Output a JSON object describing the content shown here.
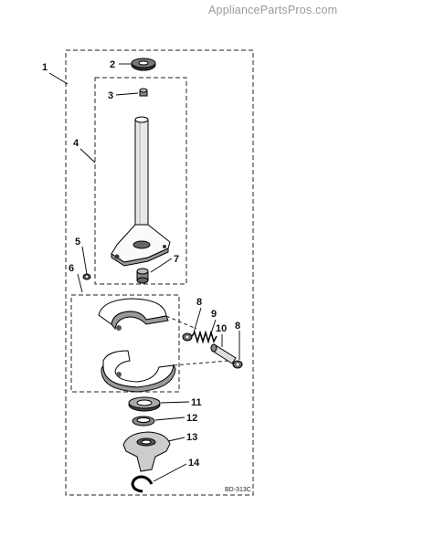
{
  "watermark": "AppliancePartsPros.com",
  "diagram_code": "BD-313C",
  "callouts": [
    "1",
    "2",
    "3",
    "4",
    "5",
    "6",
    "7",
    "8",
    "9",
    "10",
    "8",
    "11",
    "12",
    "13",
    "14"
  ]
}
